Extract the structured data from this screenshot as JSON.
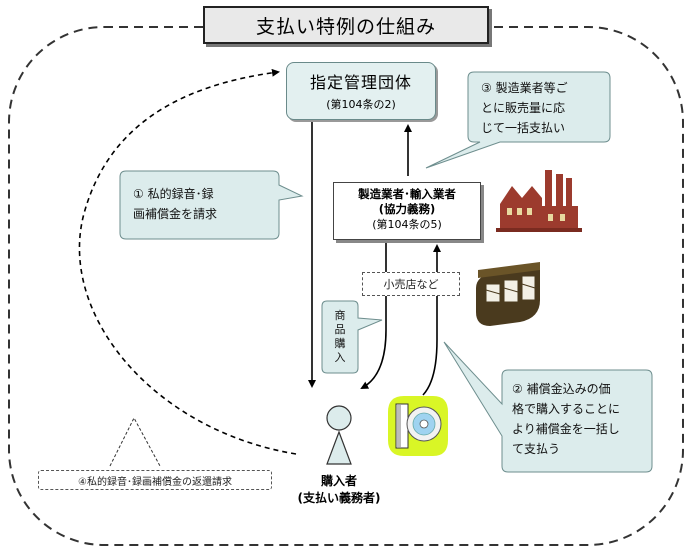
{
  "title": "支払い特例の仕組み",
  "organization": {
    "name": "指定管理団体",
    "article": "(第104条の2)"
  },
  "manufacturer": {
    "line1": "製造業者･輸入業者",
    "line2": "(協力義務)",
    "line3": "(第104条の5)"
  },
  "retail": "小売店など",
  "callouts": {
    "c1": [
      "① 私的録音･録",
      "画補償金を請求"
    ],
    "c2": [
      "② 補償金込みの価",
      "格で購入することに",
      "より補償金を一括し",
      "て支払う"
    ],
    "c3": [
      "③ 製造業者等ご",
      "とに販売量に応",
      "じて一括支払い"
    ],
    "purchase": [
      "商",
      "品",
      "購",
      "入"
    ]
  },
  "refund": "④私的録音･録画補償金の返還請求",
  "buyer": {
    "line1": "購入者",
    "line2": "(支払い義務者)"
  },
  "colors": {
    "callout_fill": "#dcecec",
    "callout_stroke": "#6e8e8e",
    "factory": "#9c3b2e",
    "disc_glow": "#d2f500"
  },
  "icons": [
    "factory-icon",
    "shop-icon",
    "person-icon",
    "cd-icon"
  ]
}
